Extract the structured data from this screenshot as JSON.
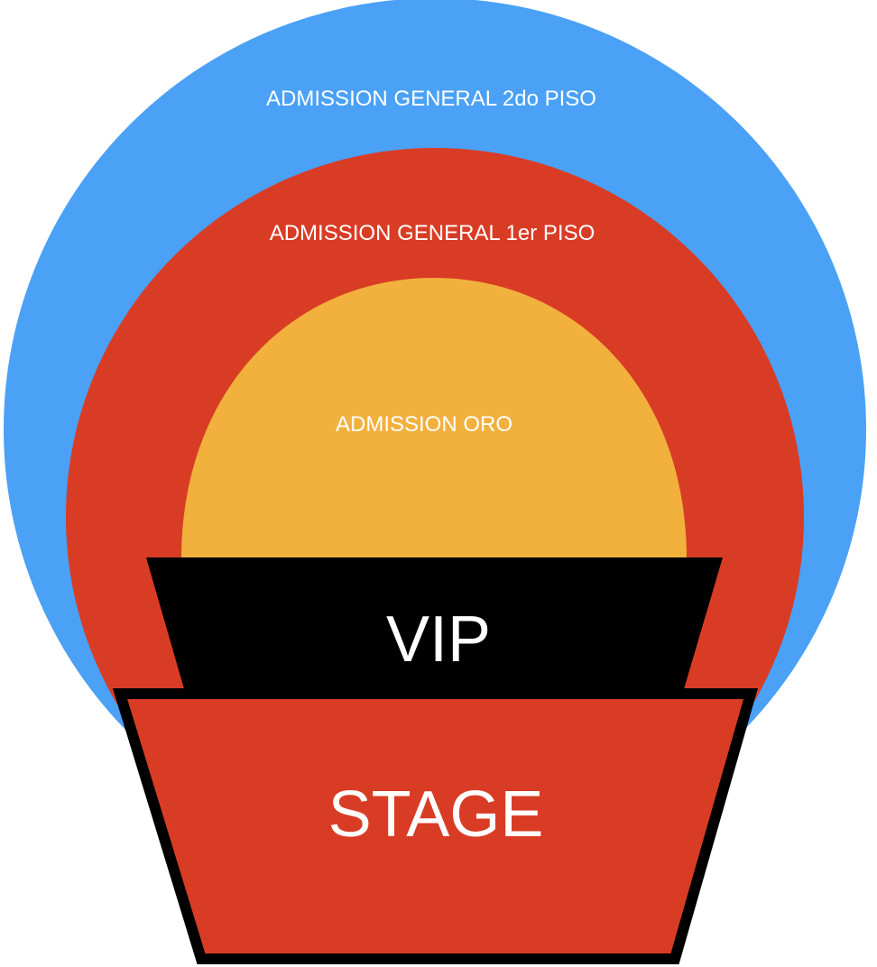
{
  "zones": {
    "general_2do_piso": {
      "label": "ADMISSION GENERAL 2do PISO",
      "color": "#4aa1f5"
    },
    "general_1er_piso": {
      "label": "ADMISSION GENERAL 1er PISO",
      "color": "#d93c25"
    },
    "oro": {
      "label": "ADMISSION ORO",
      "color": "#f2b03d"
    },
    "vip": {
      "label": "VIP",
      "color": "#000000"
    },
    "stage": {
      "label": "STAGE",
      "color": "#d93c25",
      "border_color": "#000000"
    }
  }
}
